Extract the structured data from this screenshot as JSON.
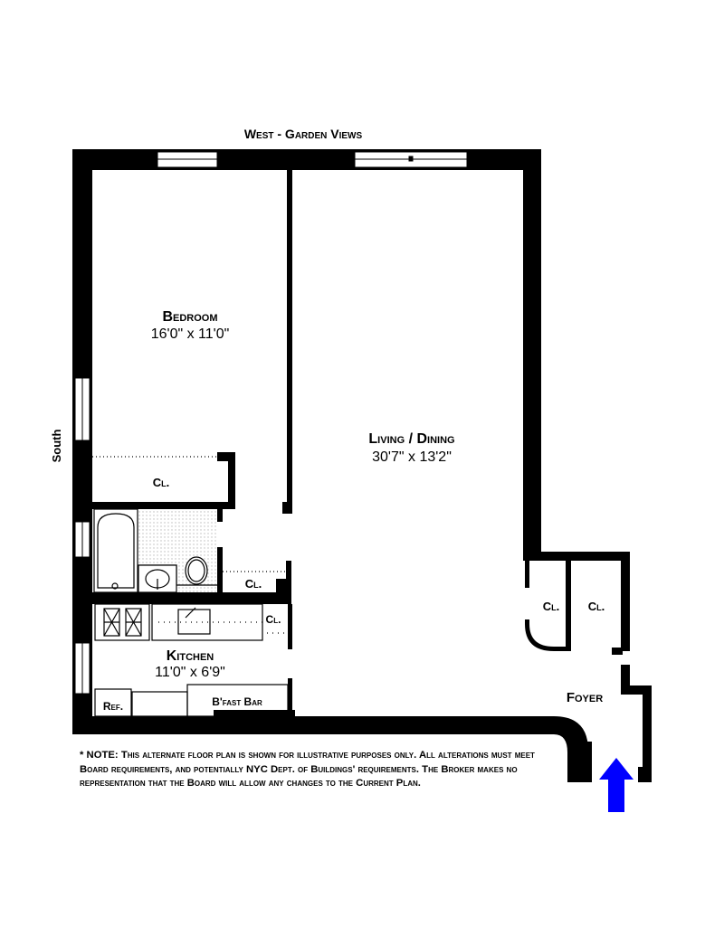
{
  "orientation": {
    "top": "West - Garden Views",
    "left": "South"
  },
  "rooms": {
    "bedroom": {
      "name": "Bedroom",
      "dims": "16'0\"  x  11'0\""
    },
    "living": {
      "name": "Living / Dining",
      "dims": "30'7\"  x  13'2\""
    },
    "kitchen": {
      "name": "Kitchen",
      "dims": "11'0\"  x  6'9\""
    },
    "foyer": {
      "name": "Foyer"
    }
  },
  "closet_label": "Cl.",
  "fixtures": {
    "ref": "Ref.",
    "bar": "B'fast Bar"
  },
  "note": "* NOTE: This alternate floor plan is shown for illustrative purposes only. All alterations must meet Board requirements, and potentially NYC Dept. of Buildings' requirements. The Broker makes no representation that the Board will allow any changes to the Current Plan.",
  "colors": {
    "wall": "#000000",
    "entry_arrow": "#0000ff"
  }
}
